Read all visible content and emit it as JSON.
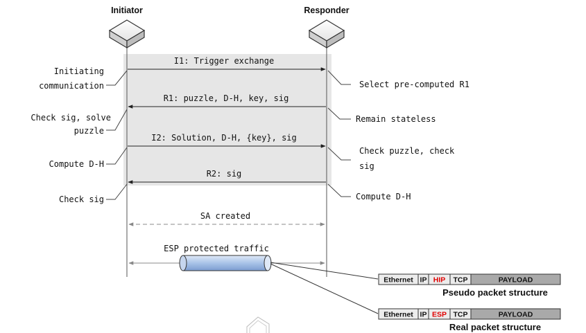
{
  "nodes": {
    "initiator": "Initiator",
    "responder": "Responder"
  },
  "messages": [
    {
      "label": "I1: Trigger exchange",
      "direction": "right"
    },
    {
      "label": "R1: puzzle, D-H, key, sig",
      "direction": "left"
    },
    {
      "label": "I2: Solution, D-H, {key}, sig",
      "direction": "right"
    },
    {
      "label": "R2: sig",
      "direction": "left"
    }
  ],
  "left_notes": {
    "initiating": [
      "Initiating",
      "communication"
    ],
    "check_sig_solve": [
      "Check sig, solve",
      "puzzle"
    ],
    "compute_dh": "Compute D-H",
    "check_sig": "Check sig"
  },
  "right_notes": {
    "select_r1": "Select pre-computed R1",
    "stateless": "Remain stateless",
    "check_puzzle": [
      "Check puzzle, check",
      "sig"
    ],
    "compute_dh": "Compute D-H"
  },
  "sa_created": "SA created",
  "esp_traffic": "ESP protected traffic",
  "packets": {
    "pseudo": {
      "fields": [
        "Ethernet",
        "IP",
        "HIP",
        "TCP",
        "PAYLOAD"
      ],
      "highlight": "HIP",
      "caption": "Pseudo packet structure"
    },
    "real": {
      "fields": [
        "Ethernet",
        "IP",
        "ESP",
        "TCP",
        "PAYLOAD"
      ],
      "highlight": "ESP",
      "caption": "Real packet structure"
    }
  },
  "colors": {
    "exchange_band": "#e6e6e6",
    "highlight_text": "#e00000",
    "payload_fill": "#a9a9a9",
    "cell_fill": "#ececec"
  }
}
